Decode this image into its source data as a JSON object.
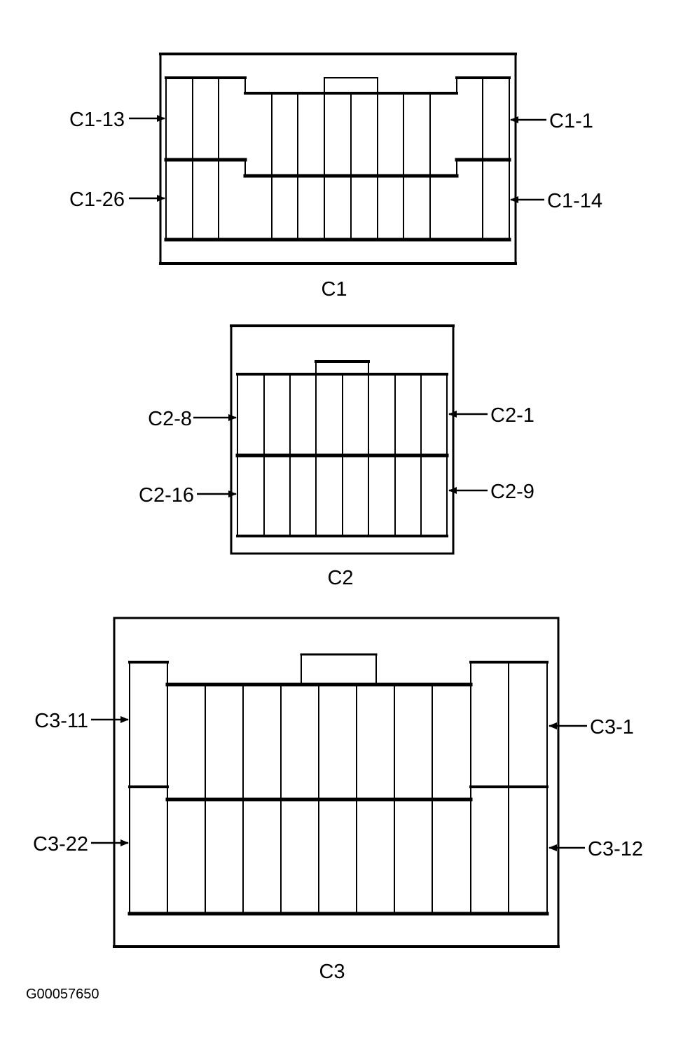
{
  "connectors": [
    {
      "title": "C1",
      "pin_labels": {
        "top_left": "C1-13",
        "bottom_left": "C1-26",
        "top_right": "C1-1",
        "bottom_right": "C1-14"
      }
    },
    {
      "title": "C2",
      "pin_labels": {
        "top_left": "C2-8",
        "bottom_left": "C2-16",
        "top_right": "C2-1",
        "bottom_right": "C2-9"
      }
    },
    {
      "title": "C3",
      "pin_labels": {
        "top_left": "C3-11",
        "bottom_left": "C3-22",
        "top_right": "C3-1",
        "bottom_right": "C3-12"
      }
    }
  ],
  "figure_id": "G00057650"
}
